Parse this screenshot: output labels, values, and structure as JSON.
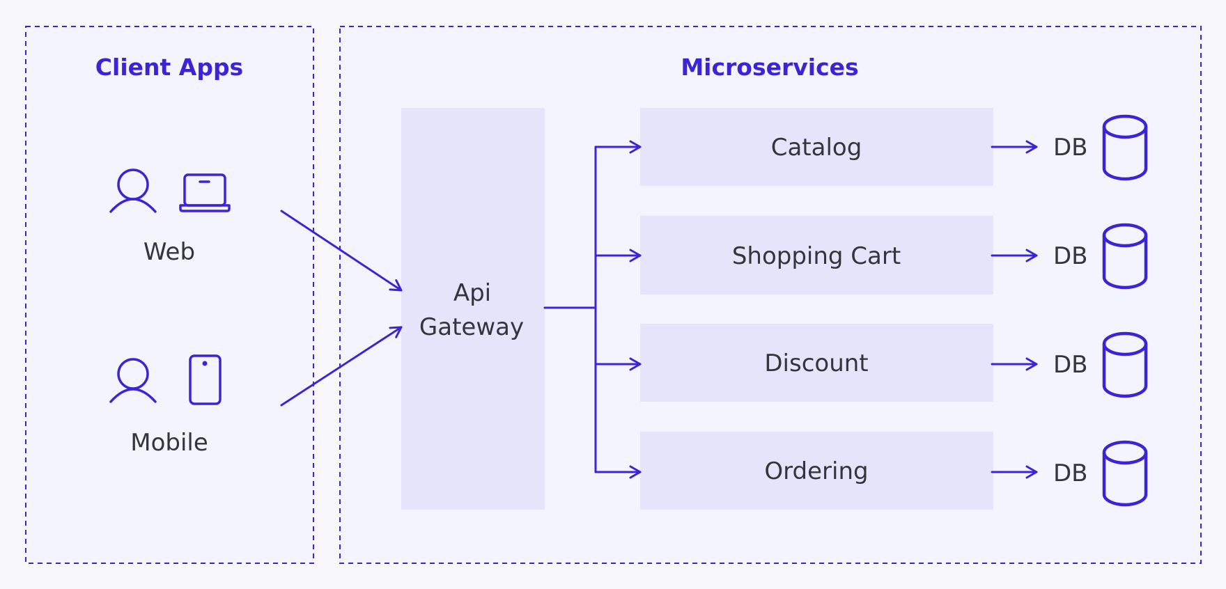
{
  "colors": {
    "accent": "#3a24d6",
    "box_fill": "#e4e5fb",
    "group_fill": "#f4f4fe",
    "text": "#34343a",
    "background": "#f8f8fc"
  },
  "client_apps": {
    "title": "Client Apps",
    "clients": [
      {
        "label": "Web",
        "icons": [
          "user-icon",
          "laptop-icon"
        ]
      },
      {
        "label": "Mobile",
        "icons": [
          "user-icon",
          "smartphone-icon"
        ]
      }
    ]
  },
  "microservices": {
    "title": "Microservices",
    "gateway": {
      "line1": "Api",
      "line2": "Gateway"
    },
    "services": [
      {
        "name": "Catalog",
        "db_label": "DB",
        "db_icon": "database-icon"
      },
      {
        "name": "Shopping Cart",
        "db_label": "DB",
        "db_icon": "database-icon"
      },
      {
        "name": "Discount",
        "db_label": "DB",
        "db_icon": "database-icon"
      },
      {
        "name": "Ordering",
        "db_label": "DB",
        "db_icon": "database-icon"
      }
    ]
  }
}
